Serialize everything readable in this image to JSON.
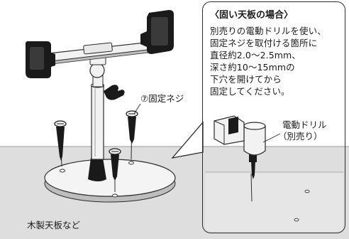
{
  "callout": {
    "title": "〈固い天板の場合〉",
    "lines": [
      "別売りの電動ドリルを使い、",
      "固定ネジを取付ける箇所に",
      "直径約2.0〜2.5mm、",
      "深さ約10〜15mmの",
      "下穴を開けてから",
      "固定してください。"
    ]
  },
  "labels": {
    "screw": "⑦固定ネジ",
    "drill_line1": "電動ドリル",
    "drill_line2": "（別売り）",
    "surface": "木製天板など"
  },
  "colors": {
    "table_surface": "#dedede",
    "drill_panel": "#e6e6e6",
    "outline": "#2b2b2b",
    "metal": "#f2f2f2",
    "dark_part": "#1a1a1a"
  }
}
